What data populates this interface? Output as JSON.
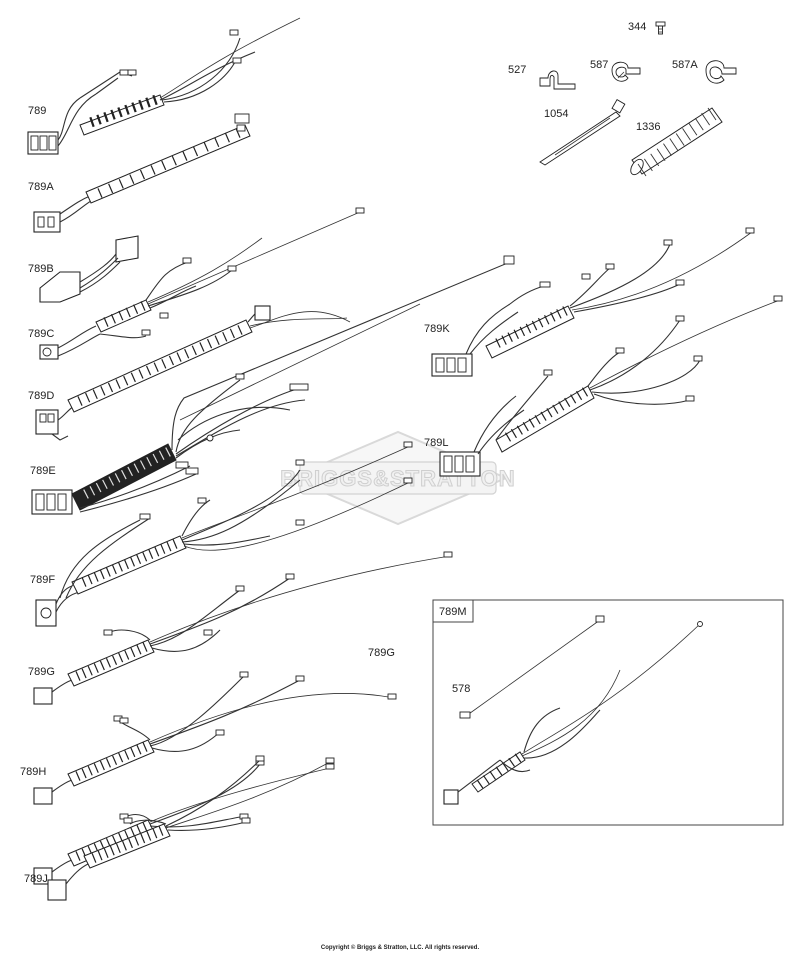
{
  "watermark": "BRIGGS&STRATTON",
  "copyright": "Copyright © Briggs & Stratton, LLC. All rights reserved.",
  "inset_title": "789M",
  "labels": {
    "l344": "344",
    "l527": "527",
    "l587": "587",
    "l587A": "587A",
    "l1054": "1054",
    "l1336": "1336",
    "l789": "789",
    "l789A": "789A",
    "l789B": "789B",
    "l789C": "789C",
    "l789D": "789D",
    "l789E": "789E",
    "l789F": "789F",
    "l789G1": "789G",
    "l789G2": "789G",
    "l789H": "789H",
    "l789J": "789J",
    "l789K": "789K",
    "l789L": "789L",
    "l578": "578"
  }
}
